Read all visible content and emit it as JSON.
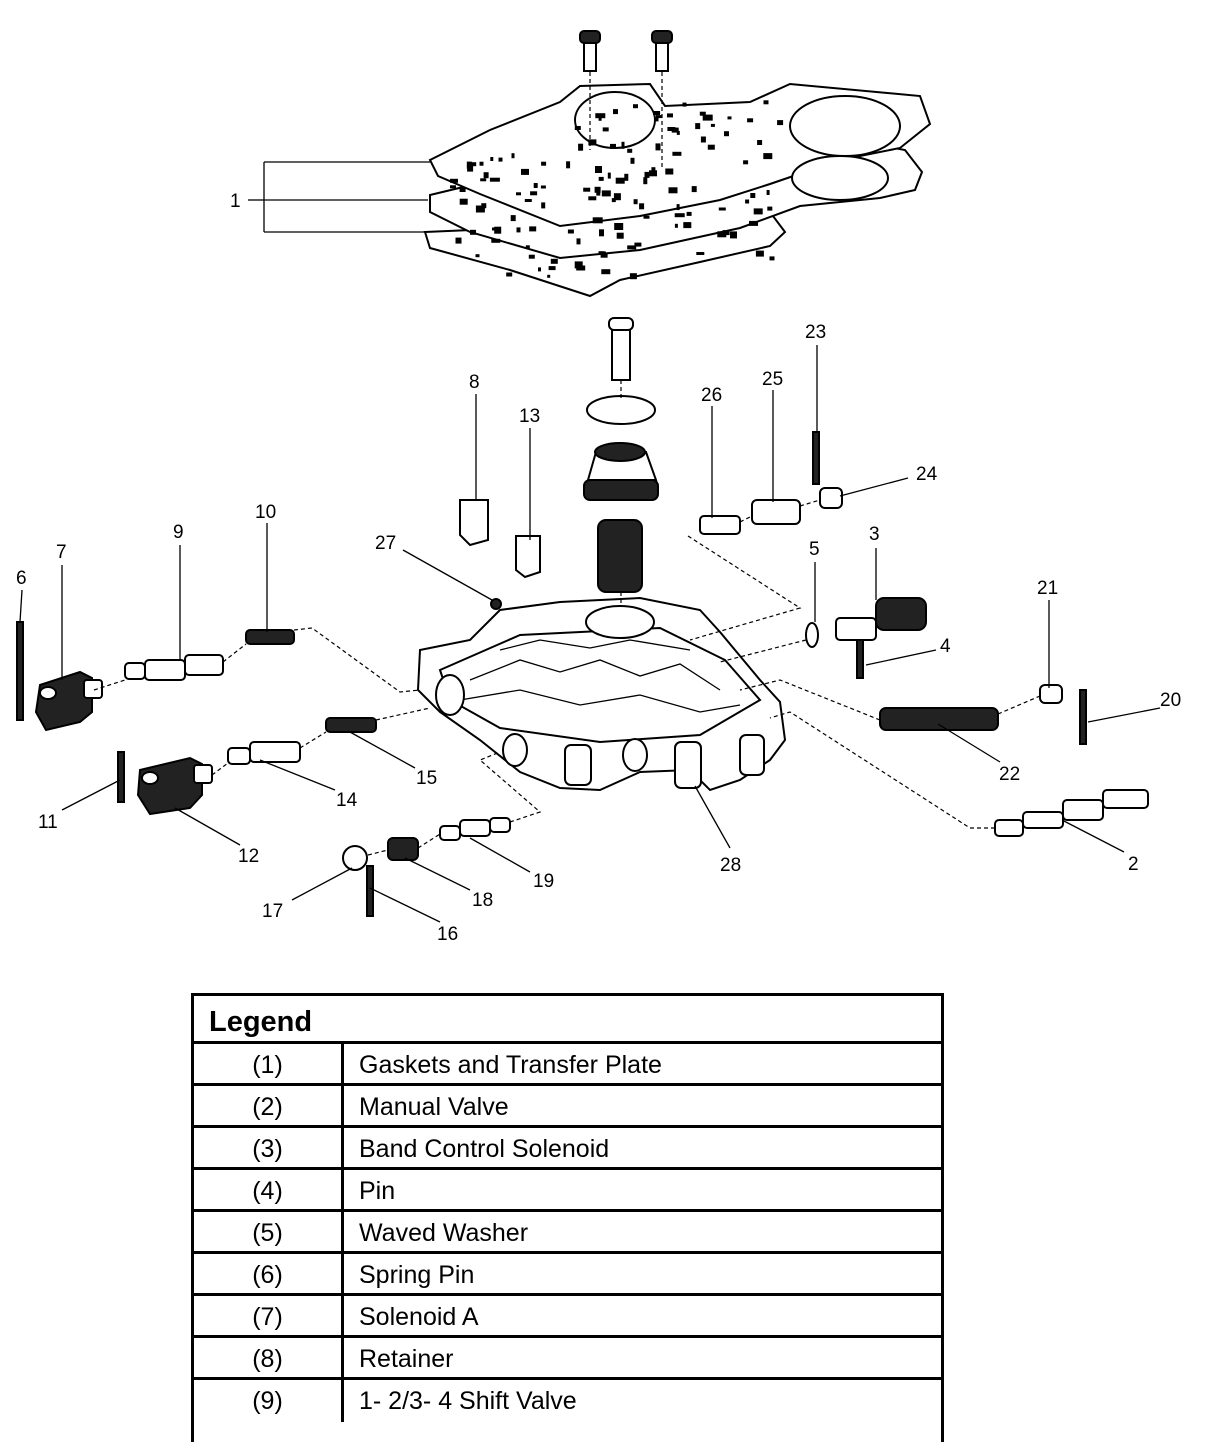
{
  "callouts": [
    "1",
    "2",
    "3",
    "4",
    "5",
    "6",
    "7",
    "8",
    "9",
    "10",
    "11",
    "12",
    "13",
    "14",
    "15",
    "16",
    "17",
    "18",
    "19",
    "20",
    "21",
    "22",
    "23",
    "24",
    "25",
    "26",
    "27",
    "28"
  ],
  "legend": {
    "title": "Legend",
    "rows": [
      {
        "num": "(1)",
        "desc": "Gaskets and Transfer Plate"
      },
      {
        "num": "(2)",
        "desc": "Manual Valve"
      },
      {
        "num": "(3)",
        "desc": "Band Control Solenoid"
      },
      {
        "num": "(4)",
        "desc": "Pin"
      },
      {
        "num": "(5)",
        "desc": "Waved Washer"
      },
      {
        "num": "(6)",
        "desc": "Spring Pin"
      },
      {
        "num": "(7)",
        "desc": "Solenoid A"
      },
      {
        "num": "(8)",
        "desc": "Retainer"
      },
      {
        "num": "(9)",
        "desc": "1- 2/3- 4 Shift Valve"
      }
    ]
  }
}
